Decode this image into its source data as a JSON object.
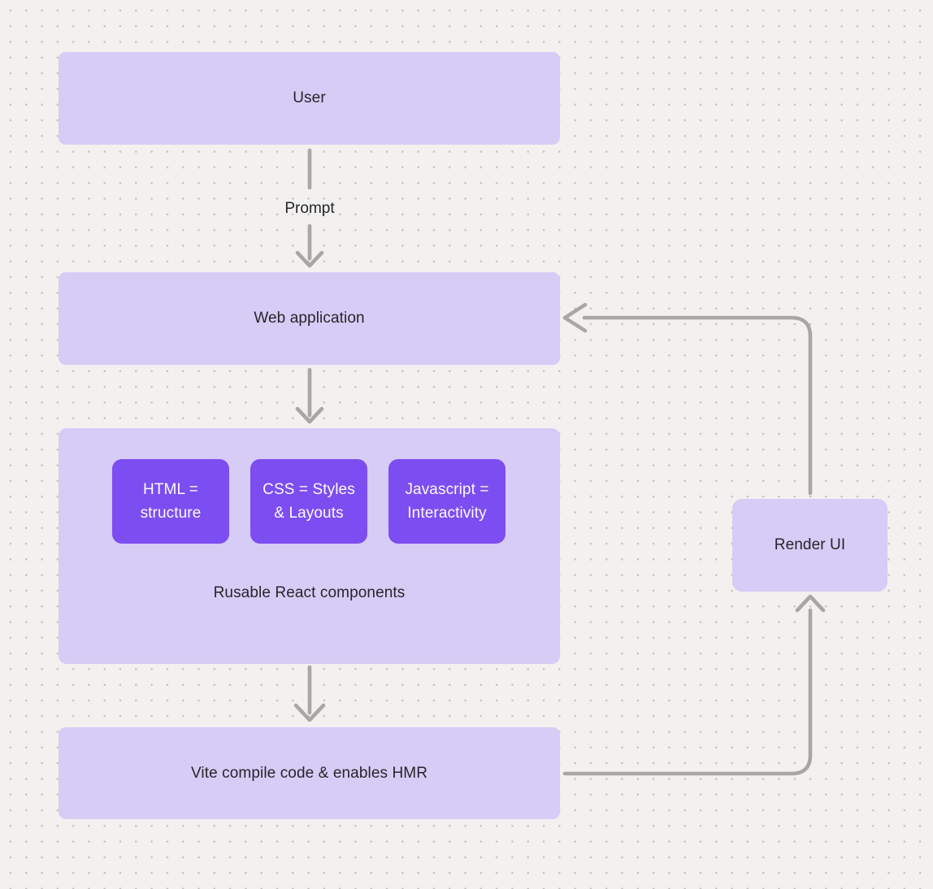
{
  "diagram": {
    "nodes": {
      "user": {
        "label": "User"
      },
      "web_application": {
        "label": "Web application"
      },
      "components_group": {
        "children": [
          {
            "line1": "HTML =",
            "line2": "structure"
          },
          {
            "line1": "CSS = Styles",
            "line2": "& Layouts"
          },
          {
            "line1": "Javascript =",
            "line2": "Interactivity"
          }
        ],
        "caption": "Rusable React components"
      },
      "vite": {
        "label": "Vite compile code & enables HMR"
      },
      "render_ui": {
        "label": "Render UI"
      }
    },
    "edges": {
      "prompt_label": "Prompt"
    },
    "colors": {
      "background": "#f2f1ef",
      "dot": "#c4c2c0",
      "node_fill": "#d6ccf6",
      "inner_node_fill": "#7c4df0",
      "connector": "#a8a7a5",
      "text_dark": "#26262a",
      "text_light": "#fbfaff"
    }
  }
}
